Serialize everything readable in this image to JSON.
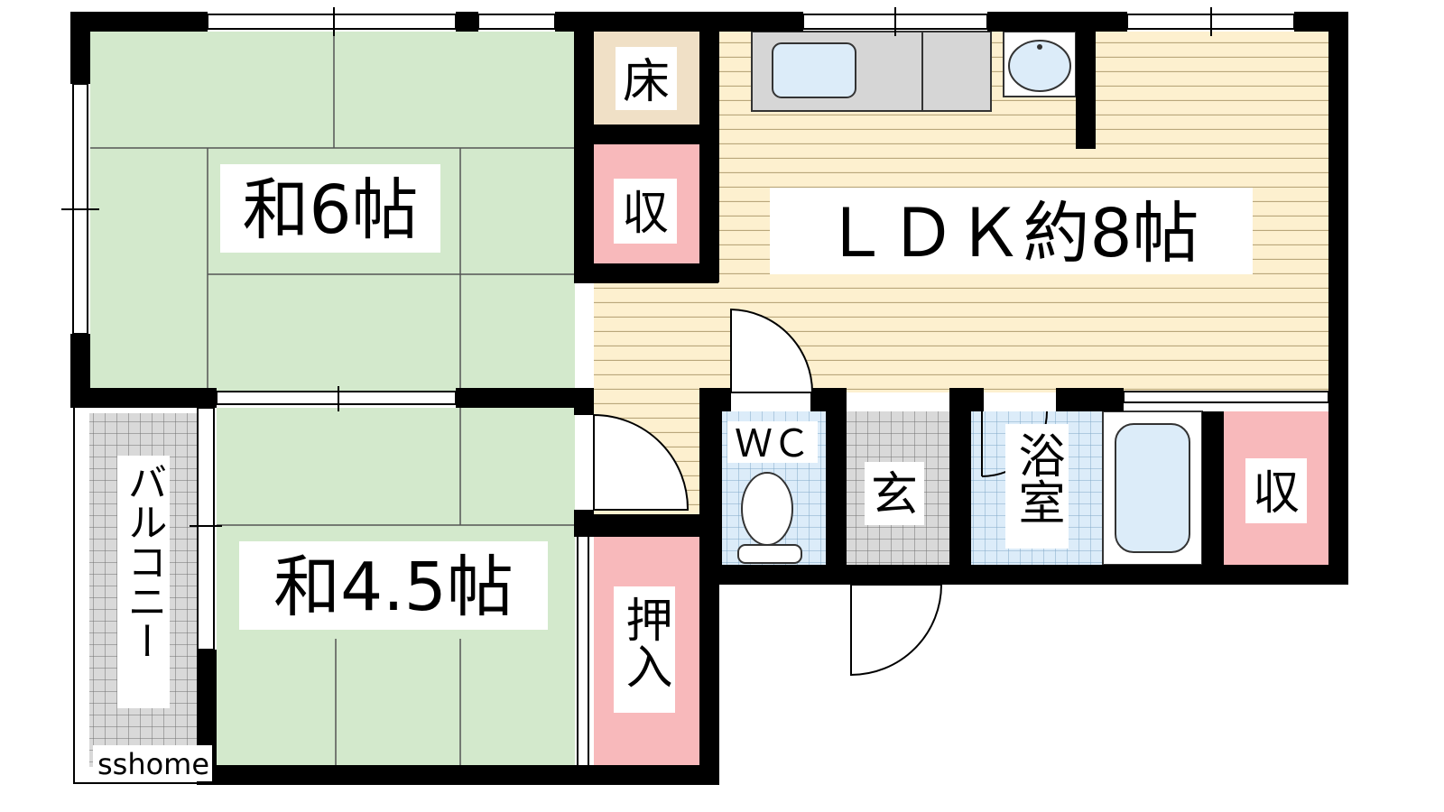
{
  "rooms": {
    "washitsu6": {
      "label": "和6帖"
    },
    "washitsu45": {
      "label": "和4.5帖"
    },
    "ldk": {
      "label": "ＬＤＫ約8帖"
    },
    "toko": {
      "label": "床"
    },
    "storage_top": {
      "label": "収"
    },
    "storage_right": {
      "label": "収"
    },
    "oshiire": {
      "label": "押入"
    },
    "wc": {
      "label": "ＷＣ"
    },
    "genkan": {
      "label": "玄"
    },
    "bath": {
      "label": "浴室"
    },
    "balcony": {
      "label": "バルコニー"
    }
  },
  "watermark": {
    "text": "sshome"
  },
  "colors": {
    "tatami": "#d3e9cc",
    "floor_wood": "#fdf0cf",
    "floor_lines": "#b9a77b",
    "storage": "#f8b9bb",
    "toko": "#f0e0c6",
    "tile_bath": "#dcecf9",
    "tile_grey": "#d9d9d9",
    "wall": "#000000",
    "kitchen_counter": "#d6d6d6",
    "sink": "#dcecf9"
  }
}
